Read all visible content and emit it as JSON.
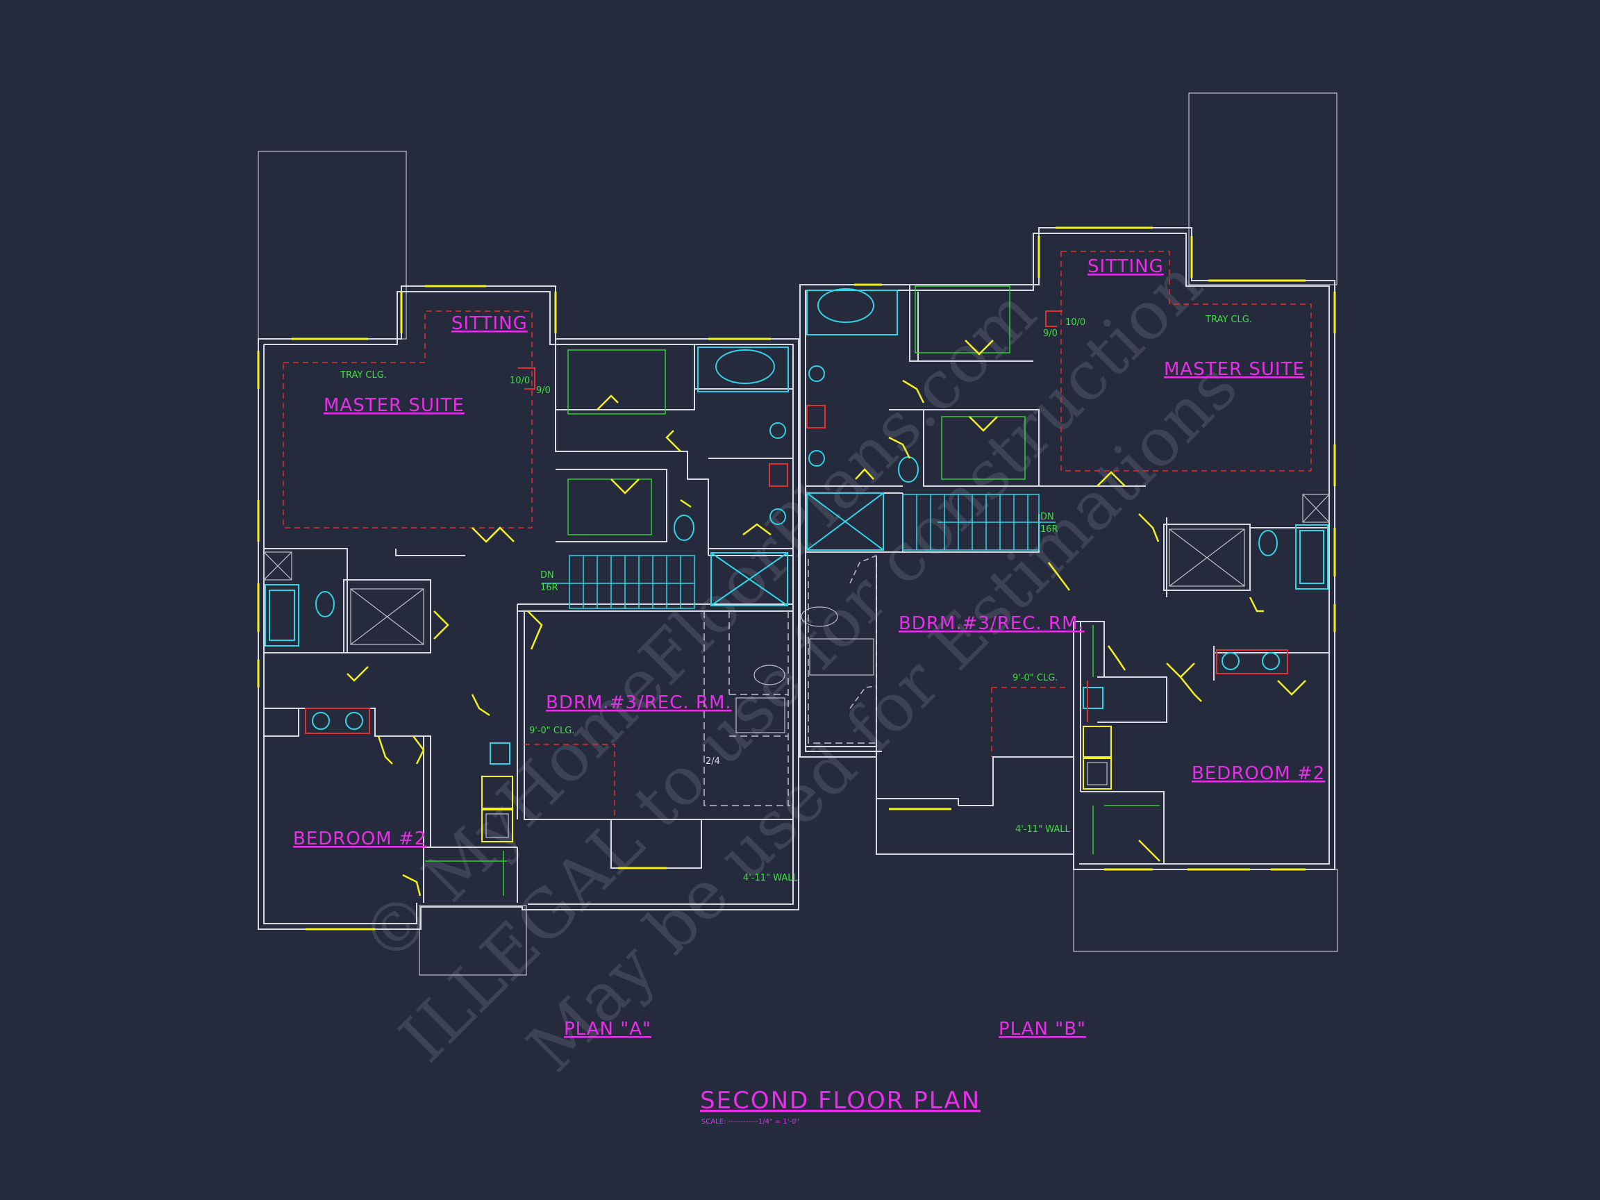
{
  "watermark": {
    "line1": "© MyHomeFloorPlans.com",
    "line2": "ILLEGAL to use for construction",
    "line3": "May be used for Estimations"
  },
  "plan_a": {
    "label": "PLAN \"A\"",
    "master": "MASTER SUITE",
    "sitting": "SITTING",
    "tray": "TRAY CLG.",
    "h1010": "10/0",
    "h90": "9/0",
    "bdrm3": "BDRM.#3/REC. RM.",
    "clg": "9'-0\" CLG.",
    "bedroom2": "BEDROOM #2",
    "dn": "DN",
    "risers": "16R",
    "wall": "4'-11\" WALL",
    "attic": "2/4"
  },
  "plan_b": {
    "label": "PLAN \"B\"",
    "master": "MASTER SUITE",
    "sitting": "SITTING",
    "tray": "TRAY CLG.",
    "h1010": "10/0",
    "h90": "9/0",
    "bdrm3": "BDRM.#3/REC. RM.",
    "clg": "9'-0\" CLG.",
    "bedroom2": "BEDROOM #2",
    "dn": "DN",
    "risers": "16R",
    "wall": "4'-11\" WALL"
  },
  "title": {
    "main": "SECOND FLOOR PLAN",
    "scale": "SCALE: ------------1/4\" = 1'-0\""
  },
  "colors": {
    "background": "#252a3c",
    "labels": "#e82fe8",
    "notes": "#3fe03f",
    "doors_windows": "#f4f01c",
    "fixtures": "#2fd4e6",
    "ceiling_lines": "#e03030",
    "walls": "#d8dae2"
  },
  "icons": [
    "door-swing",
    "window",
    "toilet",
    "bathtub",
    "sink",
    "shower",
    "stair",
    "hvac-box"
  ]
}
